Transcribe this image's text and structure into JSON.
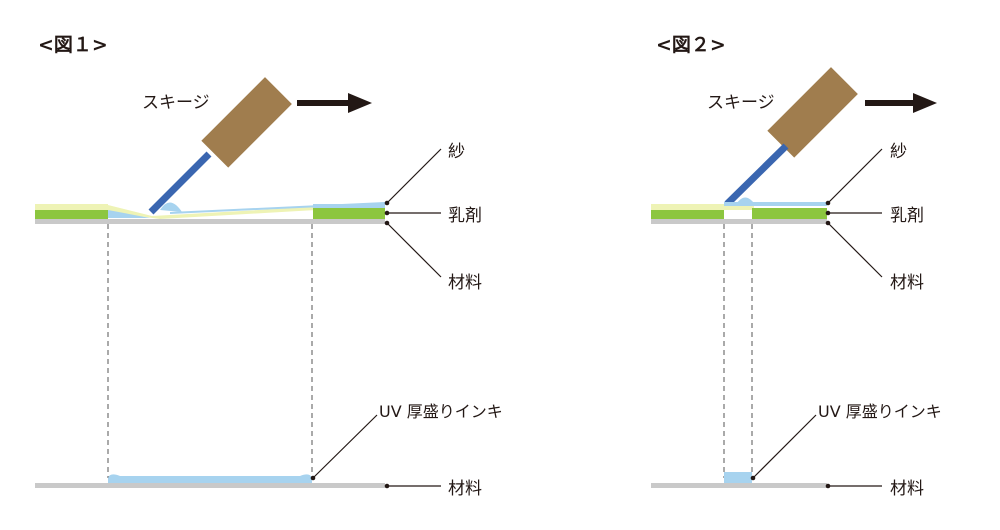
{
  "figure1": {
    "title": "<図１>",
    "squeegee_label": "スキージ",
    "mesh_label": "紗",
    "emulsion_label": "乳剤",
    "material_label": "材料",
    "ink_label": "UV 厚盛りインキ",
    "result_material_label": "材料"
  },
  "figure2": {
    "title": "<図２>",
    "squeegee_label": "スキージ",
    "mesh_label": "紗",
    "emulsion_label": "乳剤",
    "material_label": "材料",
    "ink_label": "UV 厚盛りインキ",
    "result_material_label": "材料"
  },
  "colors": {
    "squeegee_body": "#a07d4e",
    "squeegee_blade": "#3a66b0",
    "emulsion": "#8cc63f",
    "emulsion_light": "#eef3b5",
    "ink": "#a7d3ef",
    "material": "#c9c9c9",
    "arrow": "#231815"
  }
}
